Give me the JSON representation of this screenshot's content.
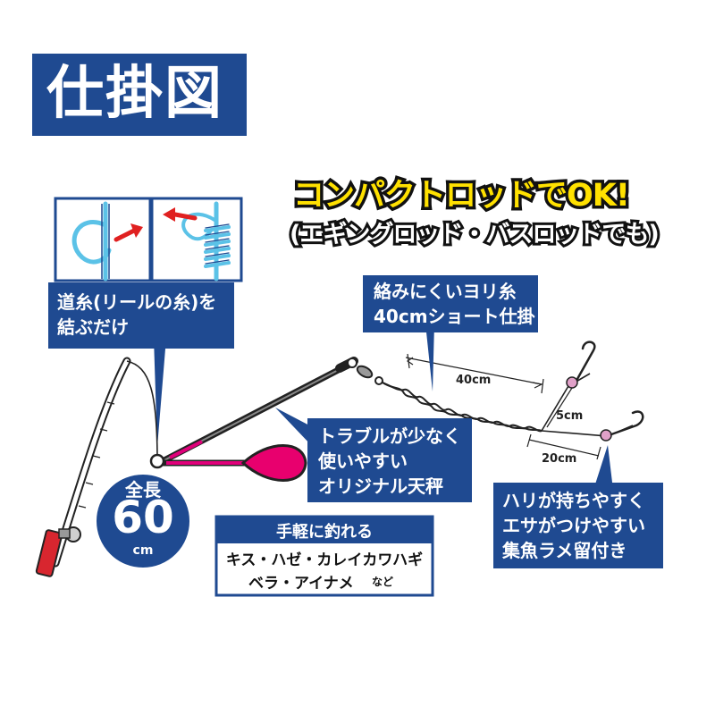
{
  "title": "仕掛図",
  "promo": {
    "line1": "コンパクトロッドでOK!",
    "line2": "(エギングロッド・バスロッドでも)"
  },
  "callouts": {
    "line_tie": {
      "line1": "道糸(リールの糸)を",
      "line2": "結ぶだけ"
    },
    "twist_line": {
      "line1": "絡みにくいヨリ糸",
      "line2": "40cmショート仕掛"
    },
    "sinker": {
      "line1": "トラブルが少なく",
      "line2": "使いやすい",
      "line3": "オリジナル天秤"
    },
    "hooks": {
      "line1": "ハリが持ちやすく",
      "line2": "エサがつけやすい",
      "line3": "集魚ラメ留付き"
    }
  },
  "length_badge": {
    "label": "全長",
    "value": "60",
    "unit": "cm"
  },
  "targets": {
    "heading": "手軽に釣れる",
    "line1": "キス・ハゼ・カレイカワハギ",
    "line2_main": "ベラ・アイナメ",
    "line2_suffix": "など"
  },
  "measurements": {
    "main_line": "40cm",
    "branch_short": "5cm",
    "branch_long": "20cm"
  },
  "colors": {
    "navy": "#1f4a91",
    "yellow": "#ffe100",
    "magenta": "#e0007a",
    "pink_sinker": "#e8006e",
    "cyan_line": "#5bc2e7",
    "red_arrow": "#e02020",
    "rod_red": "#d8262f"
  },
  "icons": [
    "knot-loop-icon",
    "knot-wrap-icon",
    "arrow-right-icon",
    "arrow-left-icon"
  ]
}
